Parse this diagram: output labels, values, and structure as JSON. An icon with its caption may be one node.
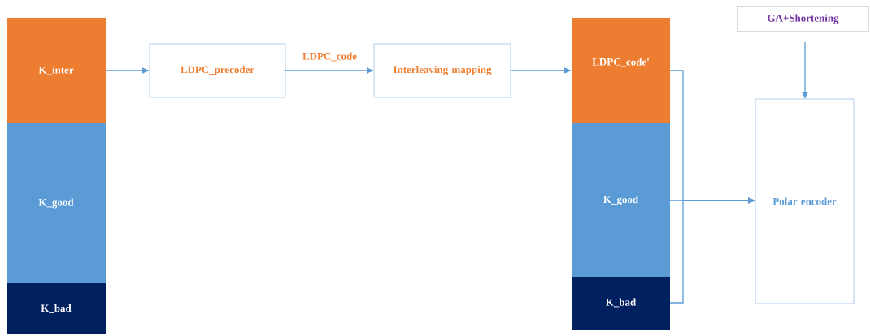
{
  "diagram": {
    "nodes": [
      {
        "text": [
          "K_inter"
        ]
      },
      {
        "text": [
          "K_good"
        ]
      },
      {
        "text": [
          "K_bad"
        ]
      },
      {
        "text": [
          "LDPC_precoder"
        ]
      },
      {
        "text": [
          "Interleaving mapping"
        ]
      },
      {
        "text": [
          "LDPC_code'"
        ]
      },
      {
        "text": [
          "K_good"
        ]
      },
      {
        "text": [
          "K_bad"
        ]
      },
      {
        "text": [
          "GA+Shortening"
        ]
      },
      {
        "text": [
          "Polar encoder"
        ]
      }
    ],
    "edges": [
      {
        "from": 0,
        "to": 3,
        "arrow": "to"
      },
      {
        "from": 3,
        "to": 4,
        "arrow": "to",
        "label": "LDPC_code"
      },
      {
        "from": 4,
        "to": 5,
        "arrow": "to"
      },
      {
        "from": 5,
        "to": 9,
        "arrow": "to"
      },
      {
        "from": 6,
        "to": 9,
        "arrow": "to"
      },
      {
        "from": 7,
        "to": 9,
        "arrow": "to"
      },
      {
        "from": 8,
        "to": 9,
        "arrow": "to"
      }
    ]
  }
}
